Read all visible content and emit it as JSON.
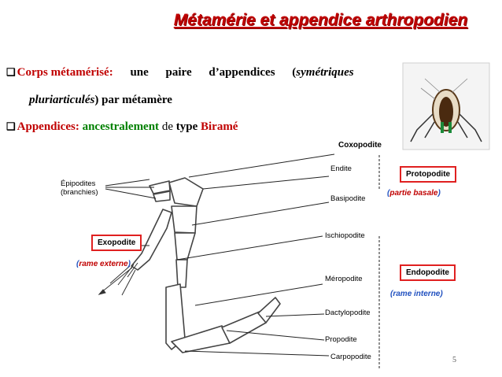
{
  "title": "Métamérie et appendice arthropodien",
  "bullet1": {
    "label": "Corps métamérisé:",
    "text_a": " une paire d’appendices (",
    "italic_a": "symétriques",
    "italic_b": "pluriarticulés",
    "text_b": ") par métamère"
  },
  "bullet2": {
    "label": "Appendices:",
    "w1": "ancestralement",
    "w2": "de",
    "w3": "type",
    "w4": "Biramé"
  },
  "labels": {
    "epipodites_1": "Épipodites",
    "epipodites_2": "(branchies)",
    "coxopodite": "Coxopodite",
    "endite": "Endite",
    "basipodite": "Basipodite",
    "ischiopodite": "Ischiopodite",
    "meropodite": "Méropodite",
    "dactylopodite": "Dactylopodite",
    "propodite": "Propodite",
    "carpopodite": "Carpopodite"
  },
  "boxes": {
    "protopodite": "Protopodite",
    "exopodite": "Exopodite",
    "endopodite": "Endopodite"
  },
  "notes": {
    "partie_basale": "partie basale",
    "rame_externe": "rame externe",
    "rame_interne": "rame interne"
  },
  "page_number": "5",
  "colors": {
    "title": "#c00000",
    "accent_red": "#c00000",
    "accent_green": "#008000",
    "note_blue": "#1f4fbf",
    "box_border": "#e02020"
  }
}
